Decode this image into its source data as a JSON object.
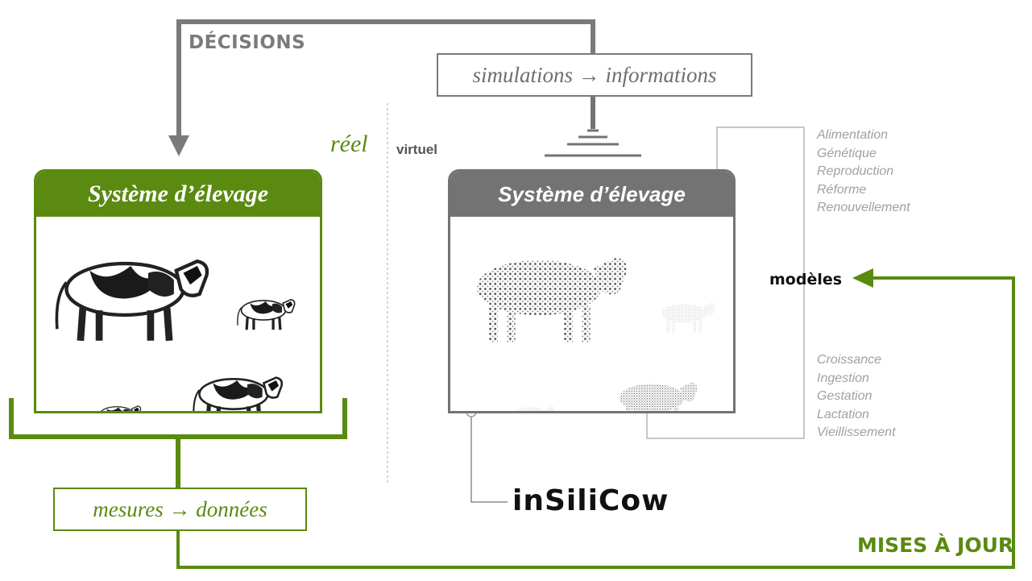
{
  "top_label": "DÉCISIONS",
  "simulation_box": "simulations → informations",
  "measure_box": "mesures → données",
  "update_label": "MISES À JOUR",
  "real_label": "réel",
  "virtual_label": "virtuel",
  "real_system": {
    "title": "Système d’élevage"
  },
  "virtual_system": {
    "title": "Système d’élevage"
  },
  "models_label": "modèles",
  "models_top": [
    "Alimentation",
    "Génétique",
    "Reproduction",
    "Réforme",
    "Renouvellement"
  ],
  "models_bottom": [
    "Croissance",
    "Ingestion",
    "Gestation",
    "Lactation",
    "Vieillissement"
  ],
  "brand": "inSiliCow",
  "colors": {
    "green": "#5a8a10",
    "gray": "#737373",
    "light_gray": "#b0b0b0"
  }
}
